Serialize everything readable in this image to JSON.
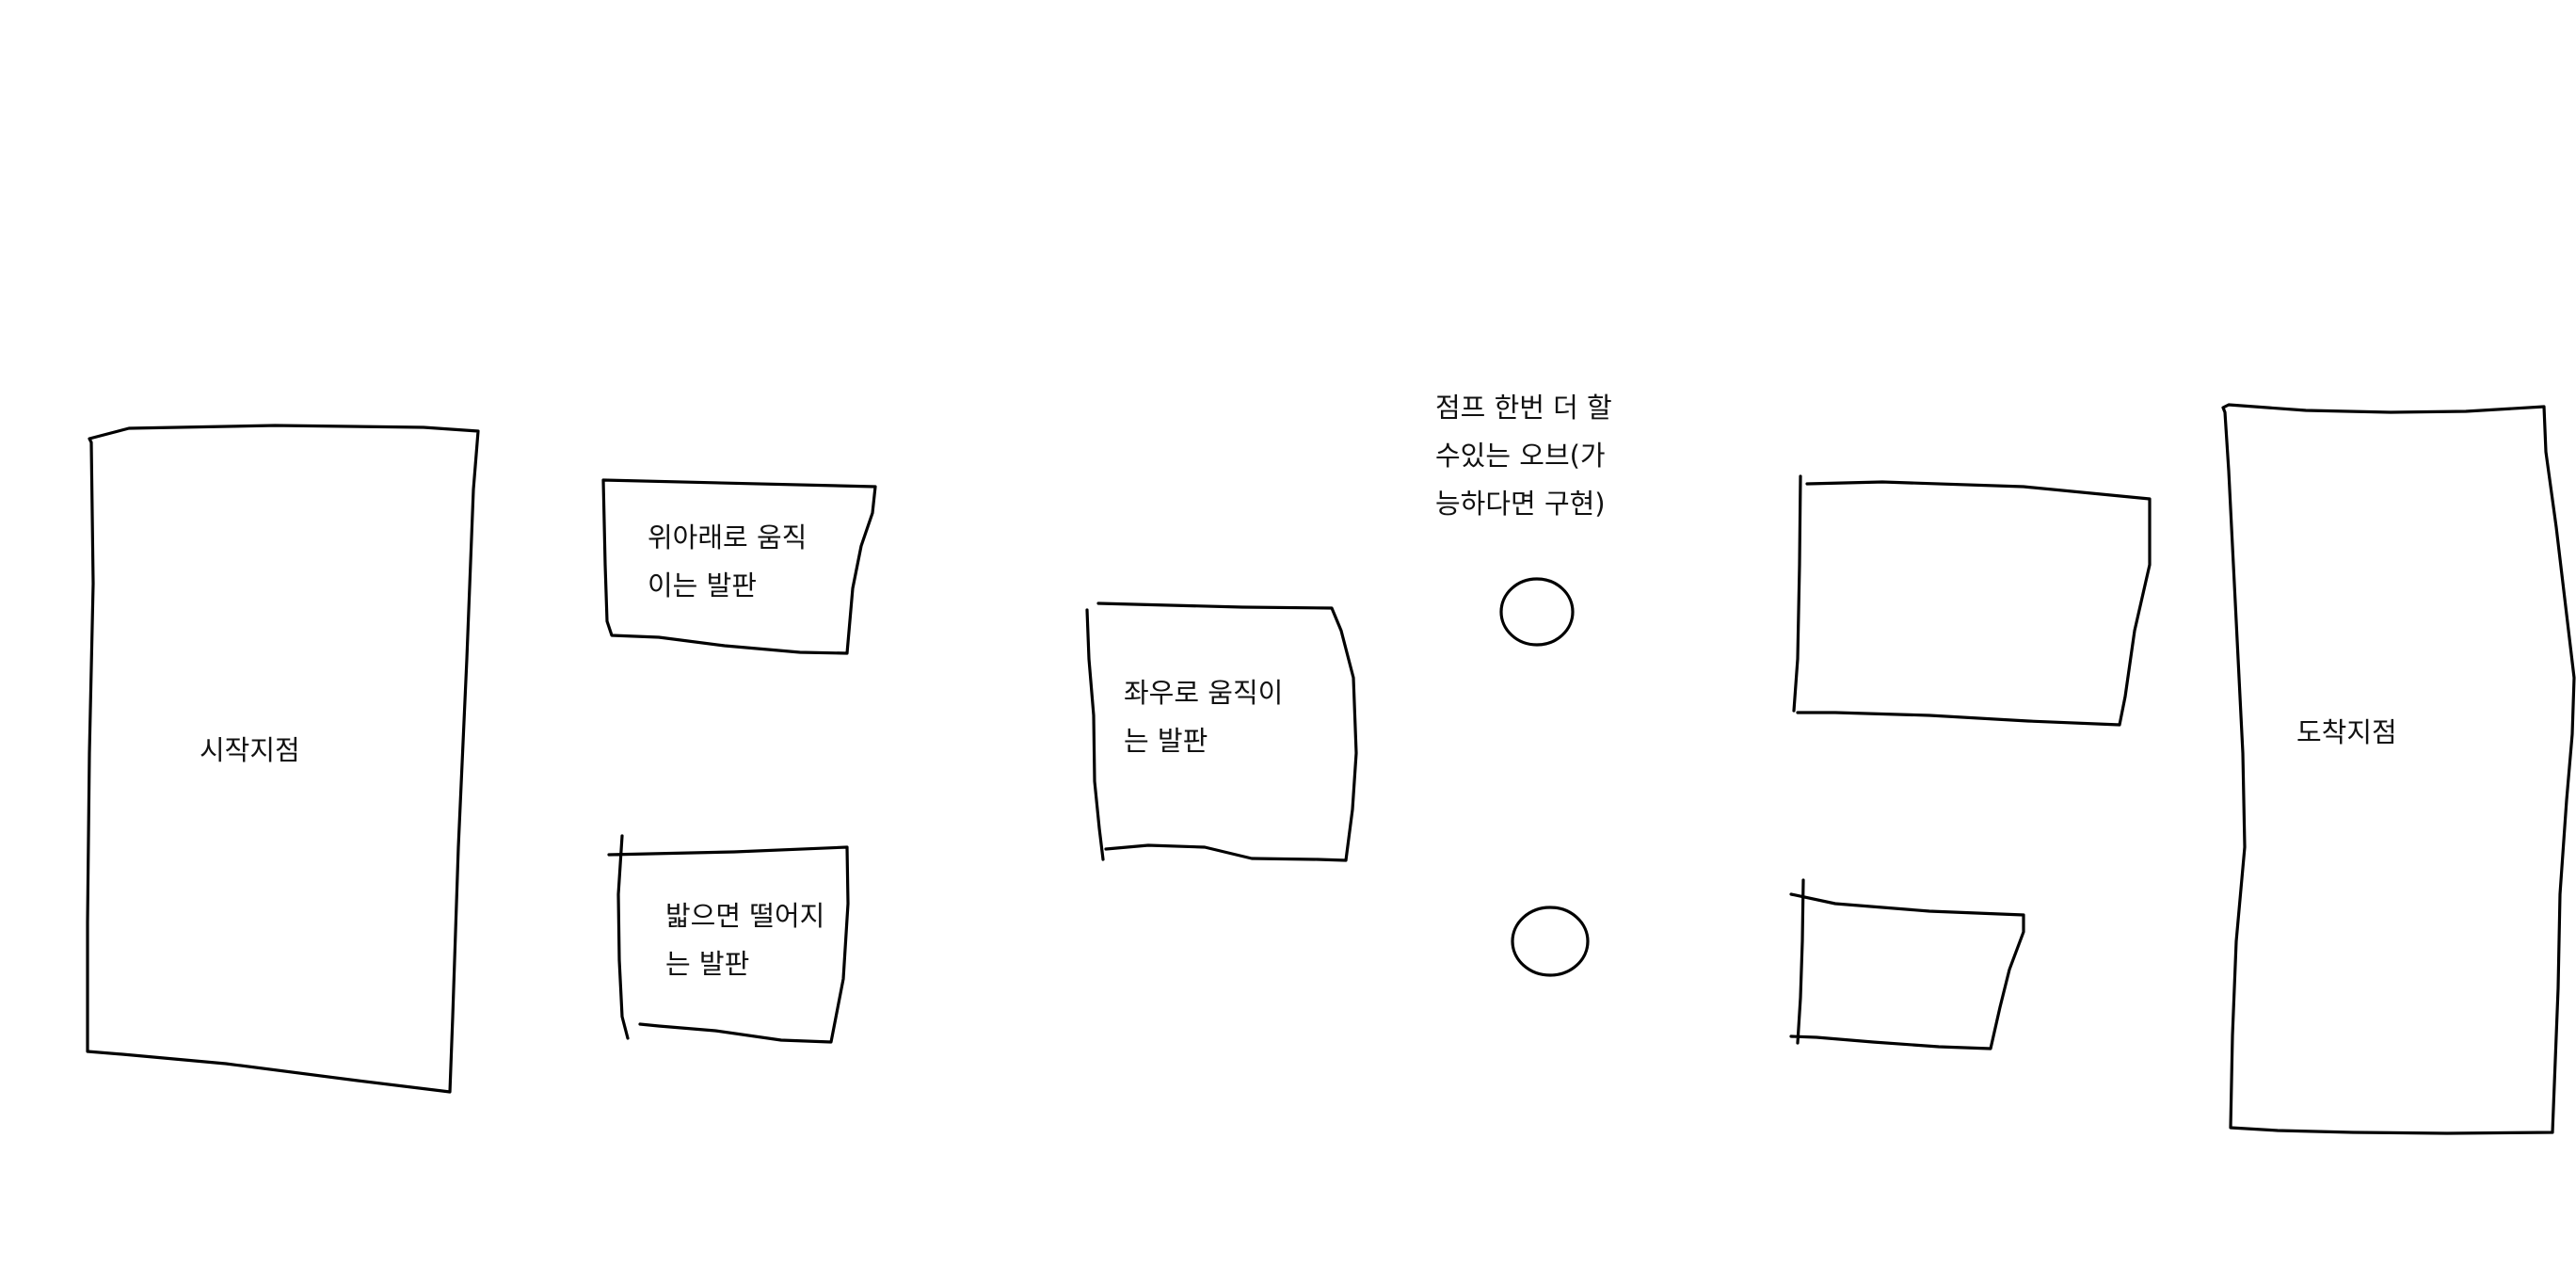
{
  "labels": {
    "start": "시작지점",
    "vertical_platform": [
      "위아래로 움직",
      "이는 발판"
    ],
    "falling_platform": [
      "밟으면 떨어지",
      "는 발판"
    ],
    "horizontal_platform": [
      "좌우로 움직이",
      "는 발판"
    ],
    "jump_orb": [
      "점프 한번 더 할",
      "수있는 오브(가",
      "능하다면 구현)"
    ],
    "goal": "도착지점"
  },
  "colors": {
    "ink": "#000000",
    "background": "#ffffff"
  }
}
